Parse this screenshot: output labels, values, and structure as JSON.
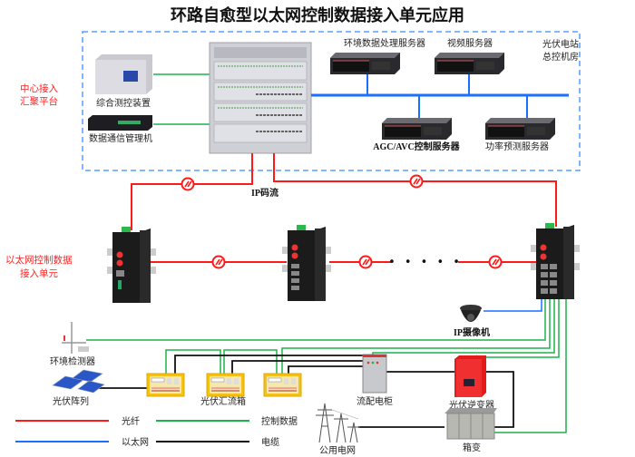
{
  "title": "环路自愈型以太网控制数据接入单元应用",
  "colors": {
    "fiber": "#ff1a1a",
    "ethernet": "#1a6fff",
    "control": "#1db34a",
    "cable": "#111111",
    "dashed_box": "#3a8cff"
  },
  "control_room": {
    "label_line1": "光伏电站",
    "label_line2": "总控机房",
    "platform_line1": "中心接入",
    "platform_line2": "汇聚平台",
    "devices": {
      "monitor": "综合测控装置",
      "comm_manager": "数据通信管理机",
      "env_server": "环境数据处理服务器",
      "video_server": "视频服务器",
      "agc_server": "AGC/AVC控制服务器",
      "forecast_server": "功率预测服务器"
    }
  },
  "ring": {
    "stream_label": "IP码流",
    "unit_line1": "以太网控制数据",
    "unit_line2": "接入单元",
    "ellipsis": "• • • • •"
  },
  "field": {
    "camera": "IP摄像机",
    "env_detector": "环境检测器",
    "pv_array": "光伏阵列",
    "combiner_box": "光伏汇流箱",
    "distribution_cabinet": "流配电柜",
    "inverter": "光伏逆变器",
    "grid": "公用电网",
    "box_transformer": "箱变"
  },
  "legend": [
    {
      "label": "光纤",
      "color": "#ff1a1a"
    },
    {
      "label": "控制数据",
      "color": "#1db34a"
    },
    {
      "label": "以太网",
      "color": "#1a6fff"
    },
    {
      "label": "电缆",
      "color": "#111111"
    }
  ]
}
